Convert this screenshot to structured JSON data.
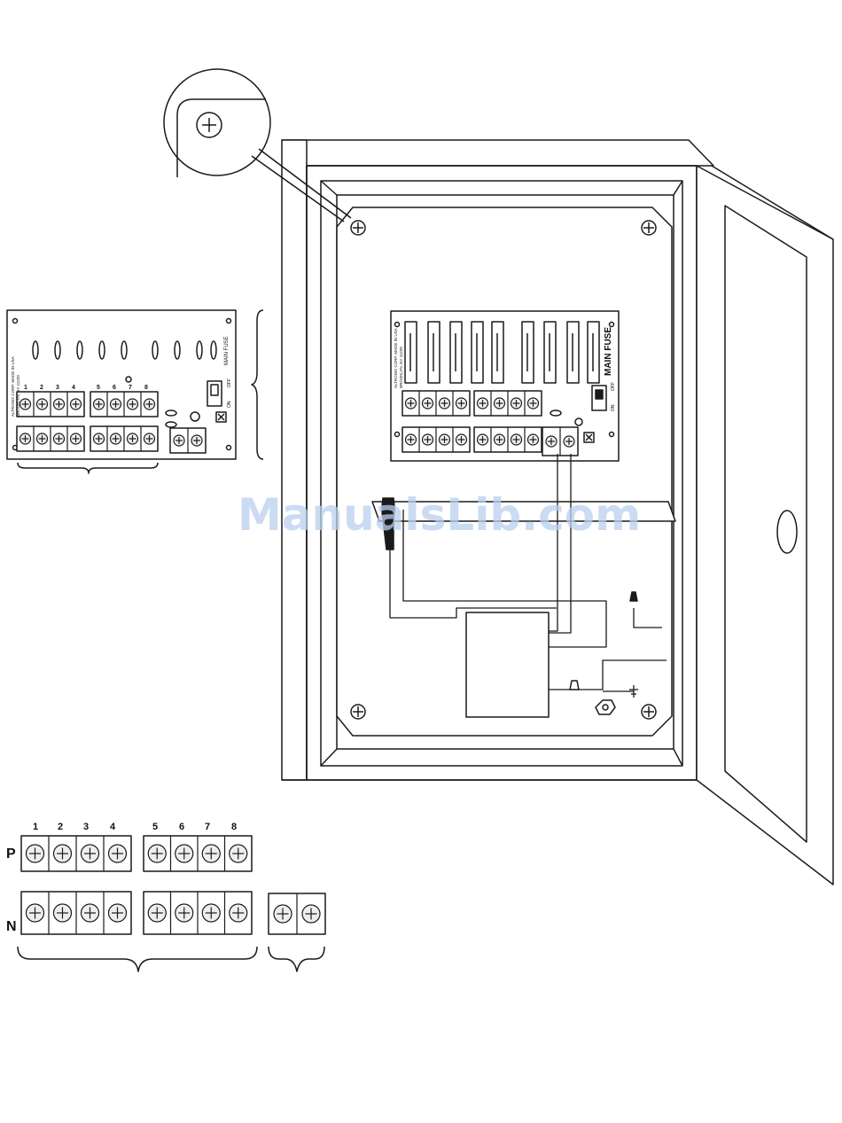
{
  "diagram": {
    "colors": {
      "line": "#1a1a1a",
      "fill": "#ffffff",
      "terminal_fill": "#eeeeee",
      "watermark": "#b9cfee"
    },
    "main_board": {
      "fuse_label": "MAIN FUSE",
      "switch_on": "ON",
      "switch_off": "OFF",
      "maker_text": "ALTRONIX CORP. MADE IN USA",
      "address_text": "BROOKLYN, NY 11220"
    },
    "detail_board": {
      "fuse_label": "MAIN FUSE",
      "switch_on": "ON",
      "switch_off": "OFF",
      "maker_text": "ALTRONIX CORP. MADE IN USA",
      "address_text": "BROOKLYN, NY 11220",
      "output_numbers": [
        "1",
        "2",
        "3",
        "4",
        "5",
        "6",
        "7",
        "8"
      ]
    },
    "terminal_detail": {
      "output_numbers": [
        "1",
        "2",
        "3",
        "4",
        "5",
        "6",
        "7",
        "8"
      ],
      "row_p_label": "P",
      "row_n_label": "N"
    },
    "watermark": "ManualsLib.com"
  }
}
